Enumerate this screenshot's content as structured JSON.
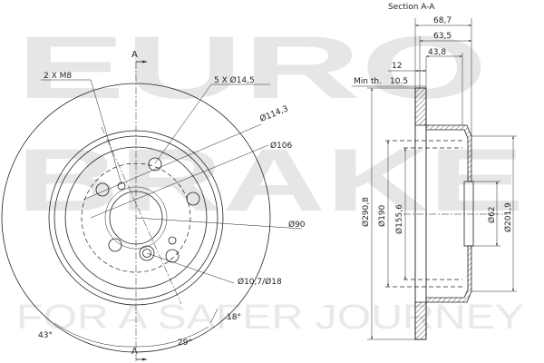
{
  "watermark": {
    "line1": "EURO",
    "line2": "BRAKE",
    "tagline": "FOR A SAFER JOURNEY"
  },
  "front_view": {
    "section_mark_top": "A",
    "section_mark_bottom": "A",
    "labels": {
      "thread": "2 X M8",
      "holes": "5 X Ø14,5",
      "pcd": "Ø114,3",
      "d106": "Ø106",
      "d90": "Ø90",
      "hole_small": "Ø10,7/Ø18",
      "angle18": "18°",
      "angle43": "43°",
      "angle29": "29°"
    }
  },
  "section_view": {
    "title": "Section A-A",
    "width_total": "68,7",
    "width_635": "63,5",
    "width_438": "43,8",
    "thickness": "12",
    "min_th_label": "Min th.",
    "min_th_value": "10.5",
    "d2908": "Ø290,8",
    "d190": "Ø190",
    "d1556": "Ø155,6",
    "d62": "Ø62",
    "d2019": "Ø201,9"
  }
}
